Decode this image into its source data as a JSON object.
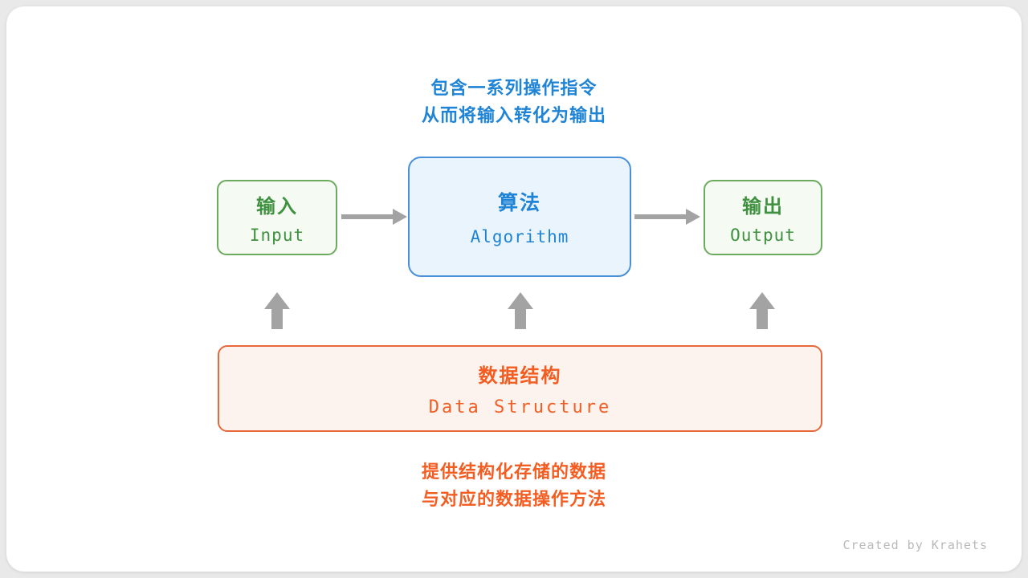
{
  "top_caption": {
    "line1": "包含一系列操作指令",
    "line2": "从而将输入转化为输出"
  },
  "boxes": {
    "input": {
      "title": "输入",
      "subtitle": "Input"
    },
    "algorithm": {
      "title": "算法",
      "subtitle": "Algorithm"
    },
    "output": {
      "title": "输出",
      "subtitle": "Output"
    },
    "data_structure": {
      "title": "数据结构",
      "subtitle": "Data Structure"
    }
  },
  "bottom_caption": {
    "line1": "提供结构化存储的数据",
    "line2": "与对应的数据操作方法"
  },
  "credit": "Created by Krahets",
  "colors": {
    "green_border": "#6cab5d",
    "green_text": "#3f9140",
    "green_fill": "#f5faf3",
    "blue_border": "#4a90d9",
    "blue_text": "#1f84d6",
    "blue_fill": "#eaf4fc",
    "orange_border": "#e8683c",
    "orange_text": "#f45d22",
    "orange_fill": "#fdf3ee",
    "arrow_gray": "#a3a3a3",
    "card_background": "#ffffff",
    "page_background": "#e9e9e9"
  }
}
